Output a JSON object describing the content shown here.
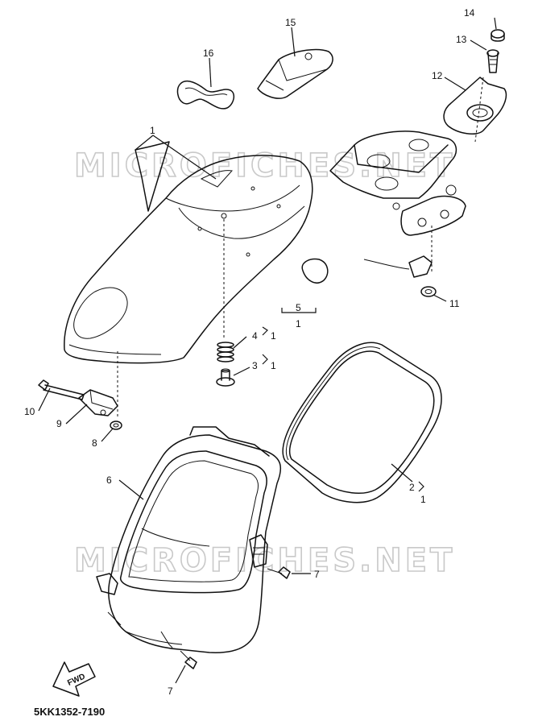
{
  "watermarks": [
    "MICROFICHES.NET",
    "MICROFICHES.NET"
  ],
  "diagram_code": "5KK1352-7190",
  "fwd_label": "FWD",
  "callouts": [
    {
      "id": "c14",
      "text": "14"
    },
    {
      "id": "c13",
      "text": "13"
    },
    {
      "id": "c12",
      "text": "12"
    },
    {
      "id": "c15",
      "text": "15"
    },
    {
      "id": "c16",
      "text": "16"
    },
    {
      "id": "c1a",
      "text": "1"
    },
    {
      "id": "c5",
      "text": "5"
    },
    {
      "id": "c5s",
      "text": "1"
    },
    {
      "id": "c11",
      "text": "11"
    },
    {
      "id": "c4",
      "text": "4"
    },
    {
      "id": "c4s",
      "text": "1"
    },
    {
      "id": "c3",
      "text": "3"
    },
    {
      "id": "c3s",
      "text": "1"
    },
    {
      "id": "c10",
      "text": "10"
    },
    {
      "id": "c9",
      "text": "9"
    },
    {
      "id": "c8",
      "text": "8"
    },
    {
      "id": "c6",
      "text": "6"
    },
    {
      "id": "c2",
      "text": "2"
    },
    {
      "id": "c2s",
      "text": "1"
    },
    {
      "id": "c7a",
      "text": "7"
    },
    {
      "id": "c7b",
      "text": "7"
    }
  ]
}
